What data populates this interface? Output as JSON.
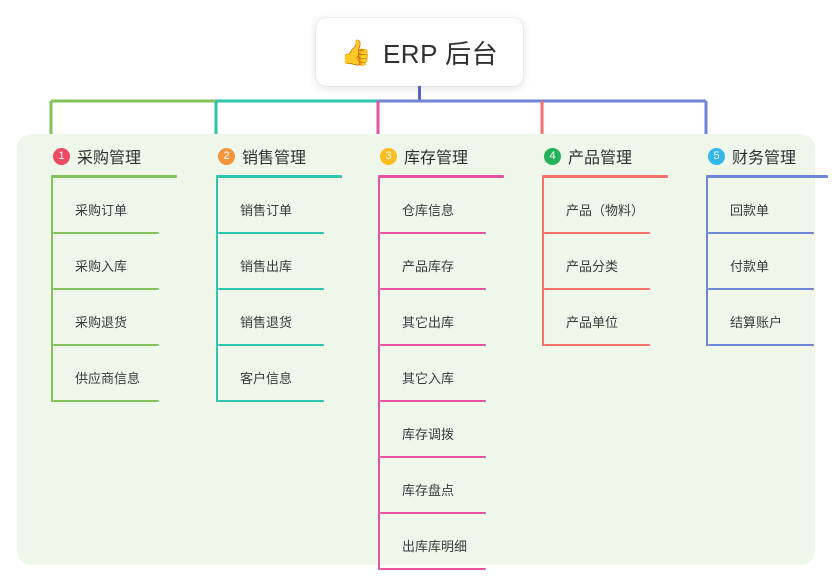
{
  "diagram": {
    "title": "ERP 后台",
    "root": {
      "icon": "thumbs-up-icon",
      "emoji": "👍",
      "label": "ERP 后台"
    },
    "panel_color": "#eff7ea",
    "root_connector_color": "#5561c4",
    "branches": [
      {
        "index": "1",
        "title": "采购管理",
        "badge_color": "#f04a63",
        "line_color": "#83c25b",
        "items": [
          "采购订单",
          "采购入库",
          "采购退货",
          "供应商信息"
        ]
      },
      {
        "index": "2",
        "title": "销售管理",
        "badge_color": "#f5953c",
        "line_color": "#2fc4ab",
        "items": [
          "销售订单",
          "销售出库",
          "销售退货",
          "客户信息"
        ]
      },
      {
        "index": "3",
        "title": "库存管理",
        "badge_color": "#fbbc1f",
        "line_color": "#e8539f",
        "items": [
          "仓库信息",
          "产品库存",
          "其它出库",
          "其它入库",
          "库存调拨",
          "库存盘点",
          "出库库明细"
        ]
      },
      {
        "index": "4",
        "title": "产品管理",
        "badge_color": "#23b258",
        "line_color": "#f4706a",
        "items": [
          "产品（物料）",
          "产品分类",
          "产品单位"
        ]
      },
      {
        "index": "5",
        "title": "财务管理",
        "badge_color": "#32b7e8",
        "line_color": "#6f86d6",
        "items": [
          "回款单",
          "付款单",
          "结算账户"
        ]
      }
    ]
  }
}
